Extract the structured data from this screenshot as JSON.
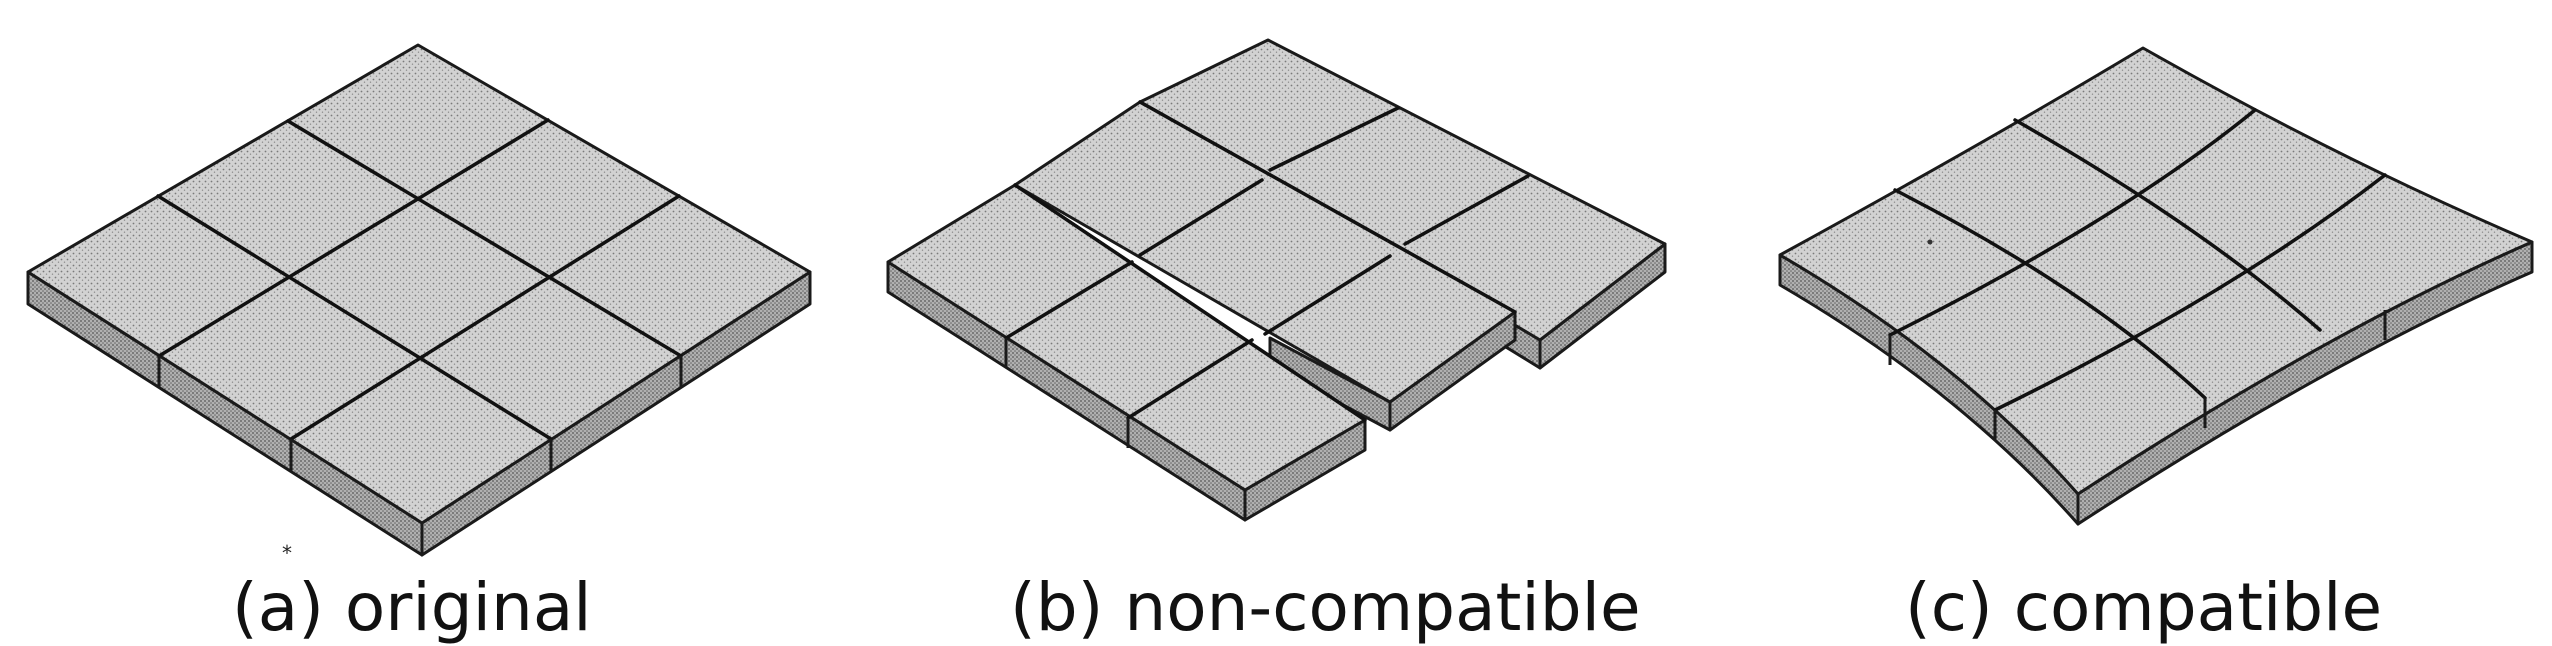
{
  "figure": {
    "panels": [
      {
        "id": "a",
        "caption": "(a) original"
      },
      {
        "id": "b",
        "caption": "(b) non-compatible"
      },
      {
        "id": "c",
        "caption": "(c) compatible"
      }
    ],
    "grid": {
      "rows": 3,
      "cols": 3
    },
    "colors": {
      "top_face": "#cfcfcf",
      "side_face": "#a9a9a9",
      "line": "#111111",
      "background": "#ffffff"
    }
  }
}
